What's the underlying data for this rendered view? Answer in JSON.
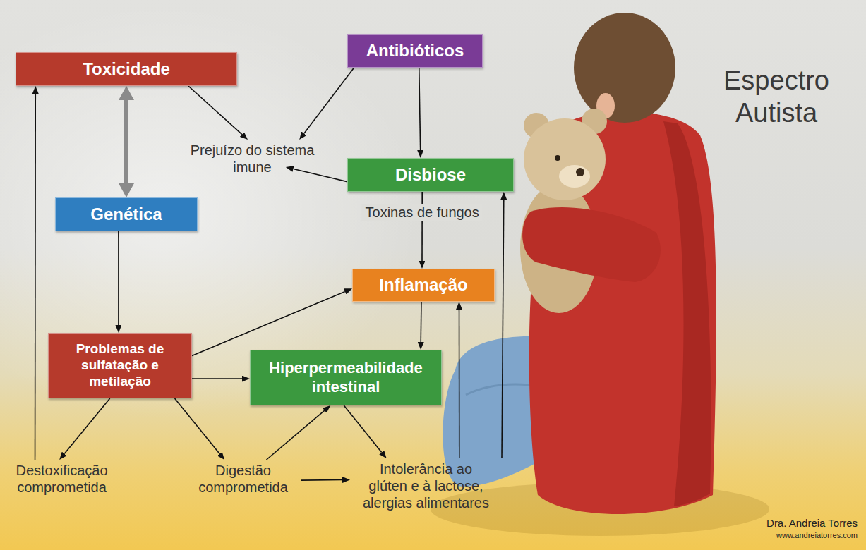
{
  "diagram": {
    "nodes": [
      {
        "text": [
          "Toxicidade"
        ]
      },
      {
        "text": [
          "Antibióticos"
        ]
      },
      {
        "text": [
          "Prejuízo do sistema imune"
        ]
      },
      {
        "text": [
          "Disbiose"
        ]
      },
      {
        "text": [
          "Genética"
        ]
      },
      {
        "text": [
          "Inflamação"
        ]
      },
      {
        "text": [
          "Problemas de sulfatação e metilação"
        ]
      },
      {
        "text": [
          "Hiperpermeabilidade intestinal"
        ]
      },
      {
        "text": [
          "Destoxificação comprometida"
        ]
      },
      {
        "text": [
          "Digestão comprometida"
        ]
      },
      {
        "text": [
          "Intolerância ao glúten e à lactose, alergias alimentares"
        ]
      }
    ],
    "edges": [
      {
        "from": 0,
        "to": 4,
        "arrow": "both"
      },
      {
        "from": 0,
        "to": 2,
        "arrow": "to"
      },
      {
        "from": 1,
        "to": 2,
        "arrow": "to"
      },
      {
        "from": 1,
        "to": 3,
        "arrow": "to"
      },
      {
        "from": 3,
        "to": 2,
        "arrow": "to"
      },
      {
        "from": 3,
        "to": 5,
        "label": "Toxinas de fungos",
        "arrow": "to"
      },
      {
        "from": 4,
        "to": 6,
        "arrow": "to"
      },
      {
        "from": 6,
        "to": 5,
        "arrow": "to"
      },
      {
        "from": 6,
        "to": 7,
        "arrow": "to"
      },
      {
        "from": 6,
        "to": 8,
        "arrow": "to"
      },
      {
        "from": 6,
        "to": 9,
        "arrow": "to"
      },
      {
        "from": 5,
        "to": 7,
        "arrow": "to"
      },
      {
        "from": 9,
        "to": 7,
        "arrow": "to"
      },
      {
        "from": 9,
        "to": 10,
        "arrow": "to"
      },
      {
        "from": 7,
        "to": 10,
        "arrow": "to"
      },
      {
        "from": 10,
        "to": 5,
        "arrow": "to"
      },
      {
        "from": 10,
        "to": 3,
        "arrow": "to"
      },
      {
        "from": 8,
        "to": 0,
        "arrow": "to"
      }
    ],
    "labels": [
      "Espectro Autista",
      "Dra. Andreia Torres",
      "www.andreiatorres.com"
    ]
  }
}
